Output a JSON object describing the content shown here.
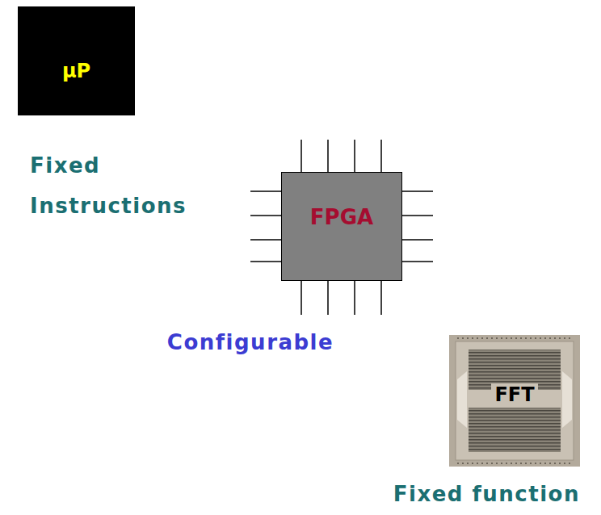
{
  "diagram": {
    "nodes": [
      {
        "text": [
          "μP"
        ]
      },
      {
        "text": [
          "FPGA"
        ]
      },
      {
        "text": [
          "FFT"
        ]
      }
    ],
    "labels": [
      "Fixed Instructions",
      "Configurable",
      "Fixed function"
    ]
  }
}
